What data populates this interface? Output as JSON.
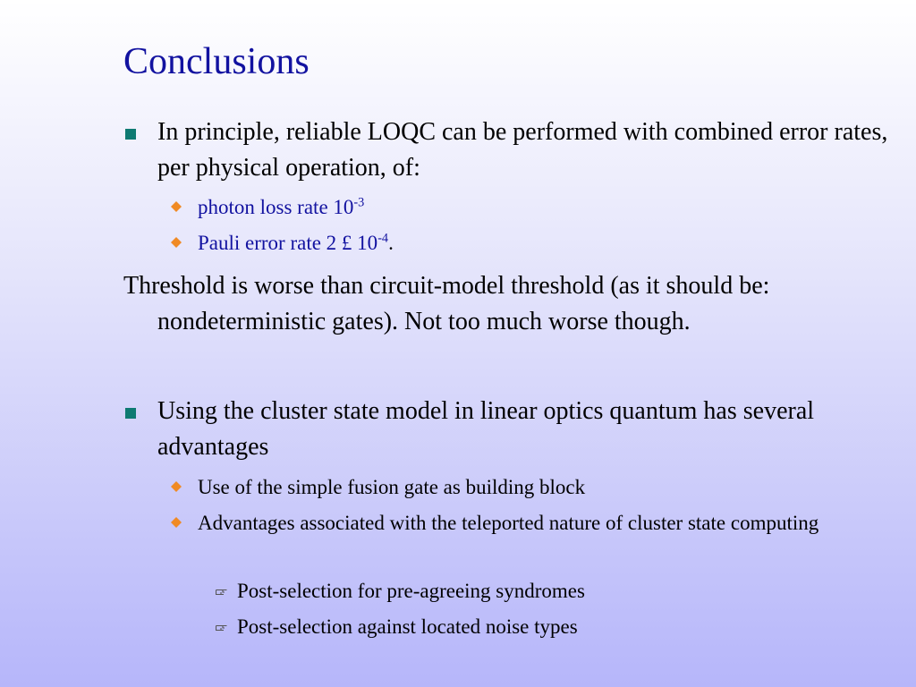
{
  "slide": {
    "title": "Conclusions",
    "bullet1": {
      "text": "In principle, reliable LOQC can be performed with combined error rates, per physical operation, of:",
      "sub1": {
        "text": "photon loss rate 10",
        "sup": "-3"
      },
      "sub2": {
        "text": "Pauli error rate 2 £ 10",
        "sup": "-4",
        "suffix": "."
      }
    },
    "paragraph": "Threshold is worse than circuit-model threshold (as it should be: nondeterministic gates). Not too much worse though.",
    "bullet2": {
      "text": "Using the cluster state model in linear optics quantum has several advantages",
      "sub1": "Use of the simple fusion gate as building block",
      "sub2": "Advantages associated with the teleported nature of cluster state computing",
      "subsub1": "Post-selection for pre-agreeing syndromes",
      "subsub2": "Post-selection against located noise types"
    }
  },
  "colors": {
    "title": "#1212a0",
    "square_bullet": "#0e7a72",
    "diamond_bullet": "#f08a24",
    "hand_bullet": "#555555",
    "background_top": "#ffffff",
    "background_bottom": "#b6b6fa"
  },
  "icons": {
    "level1": "square-bullet-icon",
    "level2": "diamond-bullet-icon",
    "level3": "pointing-hand-icon"
  }
}
